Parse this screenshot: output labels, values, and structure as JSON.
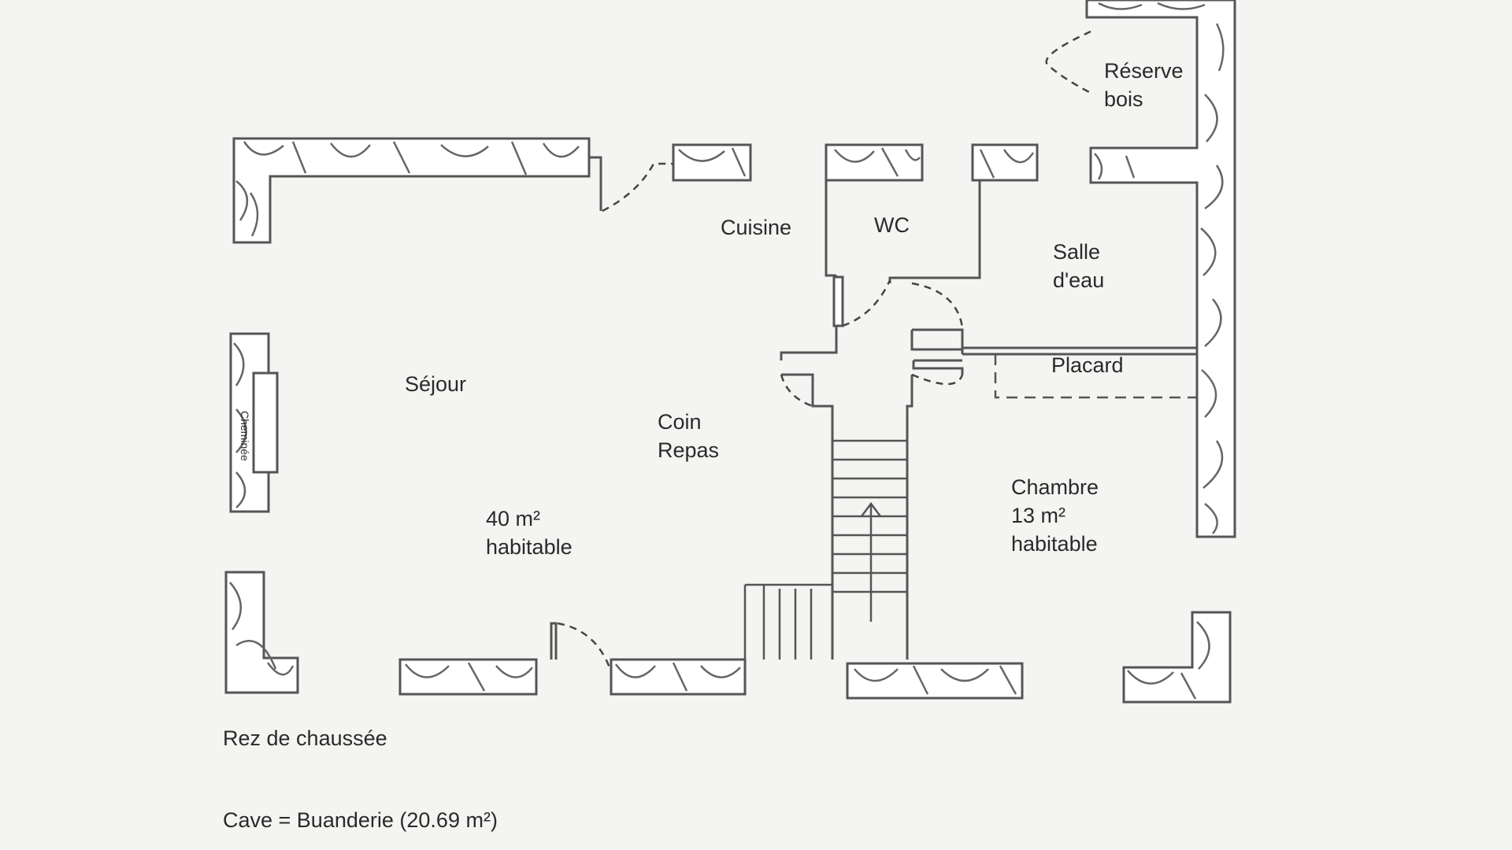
{
  "plan": {
    "rooms": {
      "reserve_line1": "Réserve",
      "reserve_line2": "bois",
      "cuisine": "Cuisine",
      "wc": "WC",
      "salle_line1": "Salle",
      "salle_line2": "d'eau",
      "placard": "Placard",
      "sejour": "Séjour",
      "cheminee": "Cheminée",
      "coin_line1": "Coin",
      "coin_line2": "Repas",
      "sejour_area_line1": "40 m²",
      "sejour_area_line2": "habitable",
      "chambre_line1": "Chambre",
      "chambre_line2": "13 m²",
      "chambre_line3": "habitable"
    },
    "captions": {
      "floor": "Rez de chaussée",
      "cellar": "Cave = Buanderie (20.69 m²)"
    }
  }
}
